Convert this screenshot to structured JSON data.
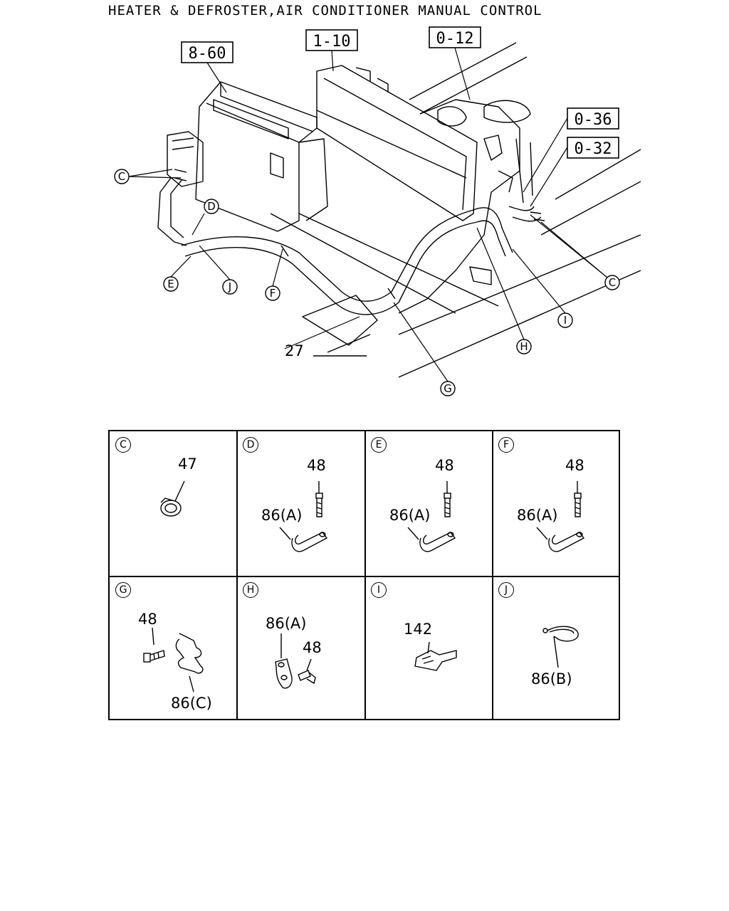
{
  "title": "HEATER & DEFROSTER,AIR CONDITIONER MANUAL CONTROL",
  "overview": {
    "ref_boxes": [
      "8-60",
      "1-10",
      "0-12",
      "0-36",
      "0-32"
    ],
    "callouts": [
      "C",
      "D",
      "E",
      "J",
      "F",
      "G",
      "H",
      "I",
      "C"
    ],
    "part_label": "27"
  },
  "detail_cells": [
    {
      "letter": "C",
      "labels": [
        "47"
      ]
    },
    {
      "letter": "D",
      "labels": [
        "48",
        "86(A)"
      ]
    },
    {
      "letter": "E",
      "labels": [
        "48",
        "86(A)"
      ]
    },
    {
      "letter": "F",
      "labels": [
        "48",
        "86(A)"
      ]
    },
    {
      "letter": "G",
      "labels": [
        "48",
        "86(C)"
      ]
    },
    {
      "letter": "H",
      "labels": [
        "86(A)",
        "48"
      ]
    },
    {
      "letter": "I",
      "labels": [
        "142"
      ]
    },
    {
      "letter": "J",
      "labels": [
        "86(B)"
      ]
    }
  ]
}
